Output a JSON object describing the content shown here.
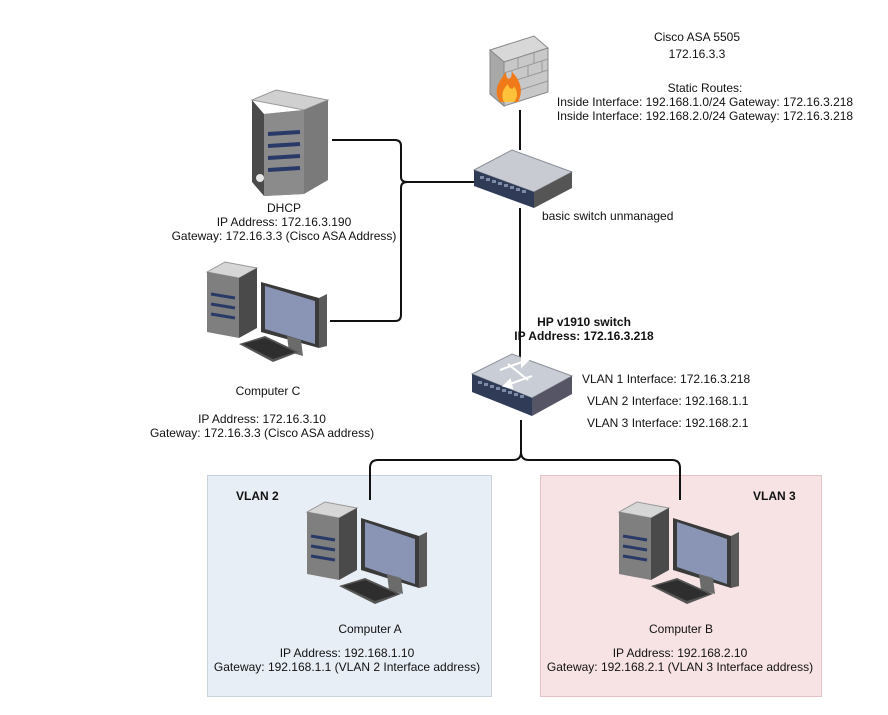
{
  "firewall": {
    "name": "Cisco ASA 5505",
    "ip": "172.16.3.3",
    "routes_title": "Static Routes:",
    "routes": [
      "Inside Interface: 192.168.1.0/24 Gateway: 172.16.3.218",
      "Inside Interface: 192.168.2.0/24 Gateway: 172.16.3.218"
    ]
  },
  "dhcp": {
    "name": "DHCP",
    "ip": "IP Address: 172.16.3.190",
    "gateway": "Gateway: 172.16.3.3 (Cisco ASA Address)"
  },
  "basic_switch": {
    "label": "basic switch unmanaged"
  },
  "computer_c": {
    "name": "Computer C",
    "ip": "IP Address: 172.16.3.10",
    "gateway": "Gateway: 172.16.3.3 (Cisco ASA address)"
  },
  "hp_switch": {
    "name": "HP v1910 switch",
    "ip": "IP Address: 172.16.3.218",
    "interfaces": [
      "VLAN 1 Interface: 172.16.3.218",
      "VLAN 2 Interface: 192.168.1.1",
      "VLAN 3 Interface: 192.168.2.1"
    ]
  },
  "vlan2": {
    "label": "VLAN 2",
    "computer": {
      "name": "Computer A",
      "ip": "IP Address: 192.168.1.10",
      "gateway": "Gateway: 192.168.1.1 (VLAN 2 Interface address)"
    }
  },
  "vlan3": {
    "label": "VLAN 3",
    "computer": {
      "name": "Computer B",
      "ip": "IP Address: 192.168.2.10",
      "gateway": "Gateway: 192.168.2.1 (VLAN 3 Interface address)"
    }
  },
  "colors": {
    "vlan2_zone": "#e8eef6",
    "vlan3_zone": "#f7e3e4",
    "link": "#111111",
    "switch_body": "#2f3b57",
    "firewall_flame": "#f07a1a"
  }
}
